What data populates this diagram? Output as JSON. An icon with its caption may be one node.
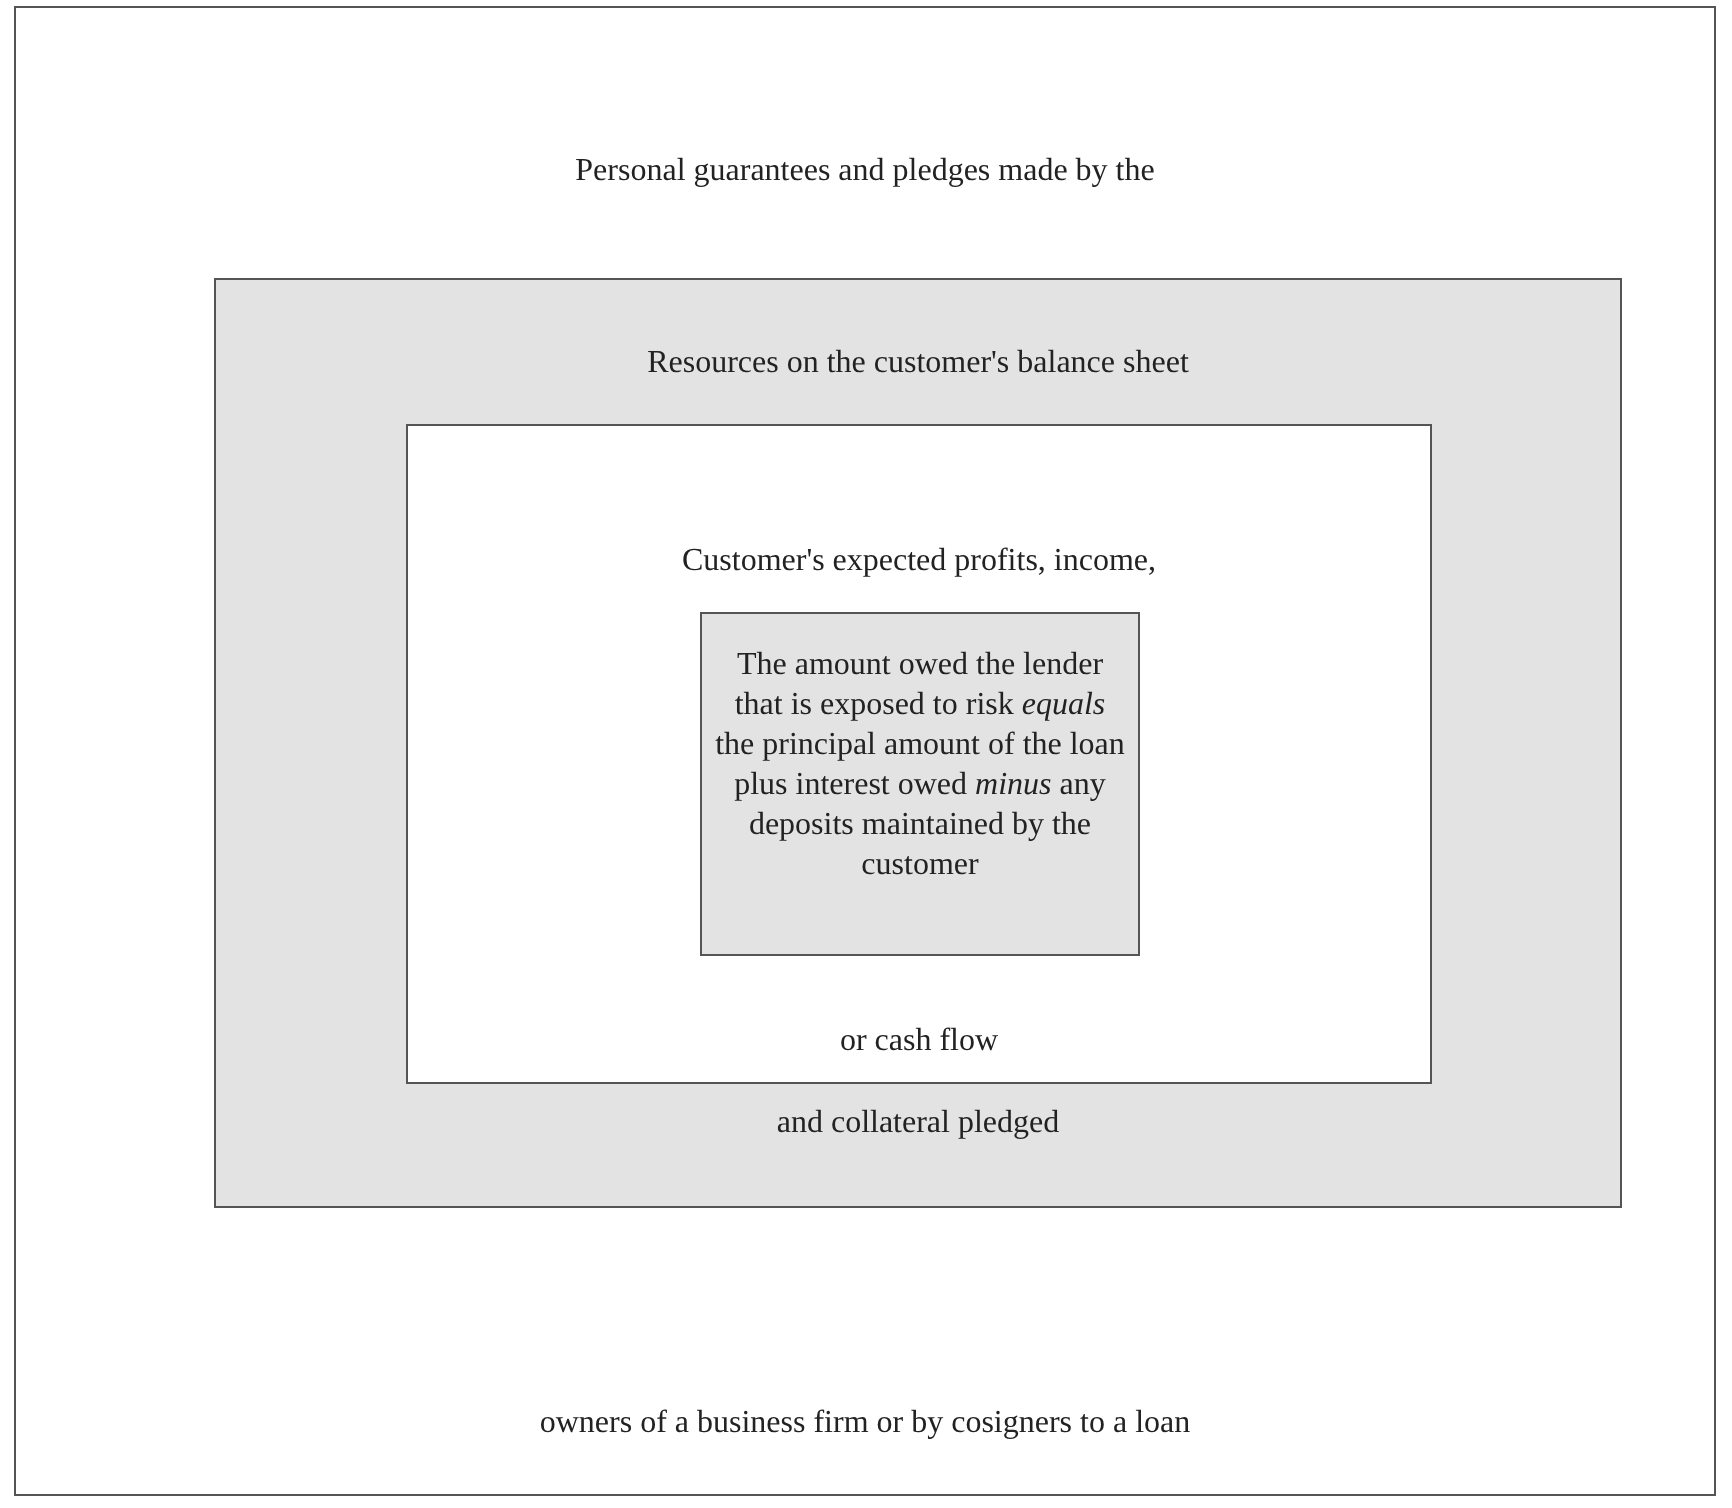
{
  "diagram": {
    "nodes": [
      {
        "text": [
          "Personal guarantees and pledges made by the",
          "owners of a business firm or by cosigners to a loan"
        ]
      },
      {
        "text": [
          "Resources on the customer's balance sheet",
          "and collateral pledged"
        ],
        "in": 0
      },
      {
        "text": [
          "Customer's expected profits, income,",
          "or cash flow"
        ],
        "in": 1
      },
      {
        "text": [
          "The amount owed the lender that is exposed to risk *equals* the principal amount of the loan plus interest owed *minus* any deposits maintained by the customer"
        ],
        "in": 2
      }
    ]
  }
}
